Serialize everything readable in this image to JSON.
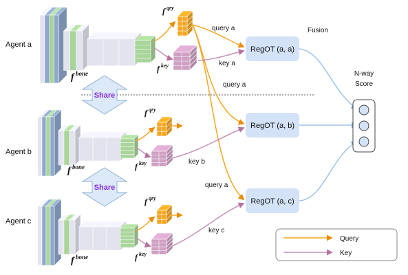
{
  "agents": [
    {
      "label": "Agent a"
    },
    {
      "label": "Agent b"
    },
    {
      "label": "Agent c"
    }
  ],
  "symbols": {
    "f": "f",
    "bone": "bone",
    "qry": "qry",
    "key": "key"
  },
  "share_label": "Share",
  "fusion_title": "Fusion",
  "score_title_line1": "N-way",
  "score_title_line2": "Score",
  "regot": [
    {
      "label": "RegOT (a, a)"
    },
    {
      "label": "RegOT (a, b)"
    },
    {
      "label": "RegOT (a, c)"
    }
  ],
  "edge_labels": {
    "query_a_1": "query a",
    "key_a": "key a",
    "query_a_2": "query a",
    "key_b": "key b",
    "query_a_3": "query a",
    "key_c": "key c"
  },
  "legend": {
    "query": "Query",
    "key": "Key"
  },
  "colors": {
    "query_arrow": "#f5a623",
    "key_arrow": "#c690b5",
    "fusion_arrow": "#9fc3ea",
    "regot_fill": "#d3e2f6",
    "share_fill": "#dce9f8",
    "backbone_dark": "#8fa8cc",
    "backbone_green": "#a9d49a",
    "backbone_light": "#e3e3ef",
    "query_feature": "#f5a623",
    "key_feature": "#cfa0c4"
  }
}
